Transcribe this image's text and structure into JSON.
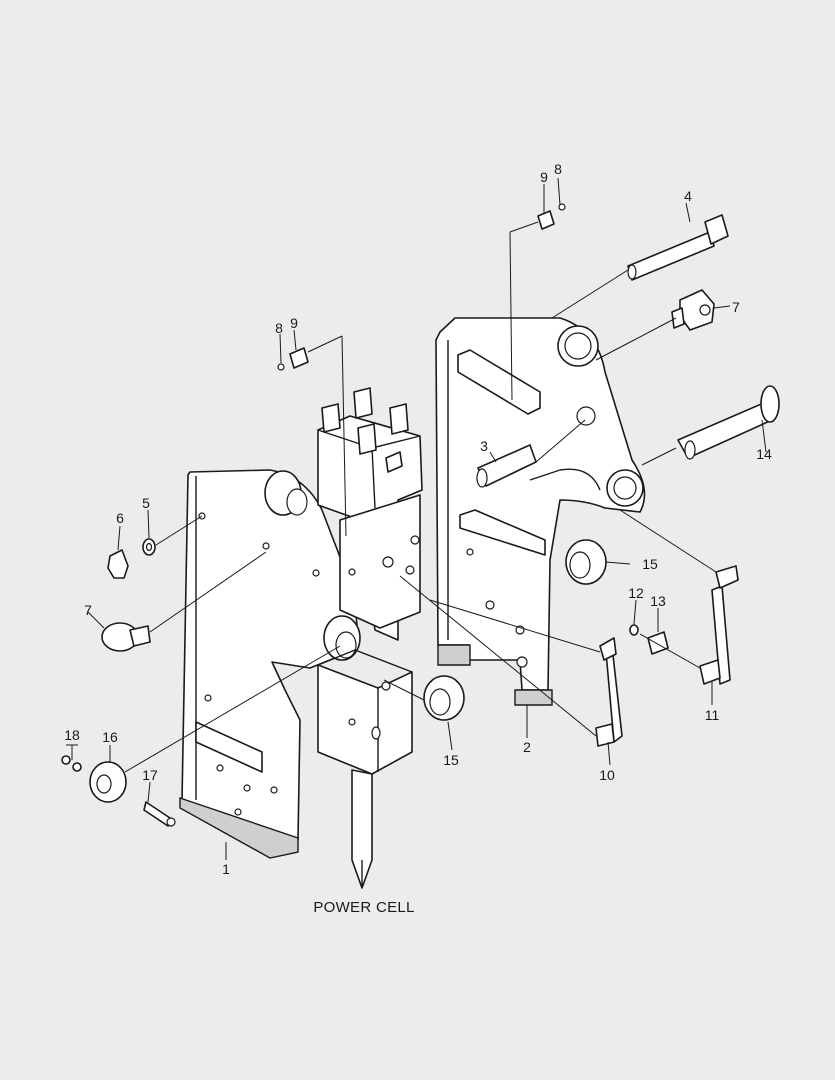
{
  "diagram": {
    "caption": "POWER CELL",
    "callouts": [
      {
        "id": "c1",
        "label": "1"
      },
      {
        "id": "c2",
        "label": "2"
      },
      {
        "id": "c3",
        "label": "3"
      },
      {
        "id": "c4",
        "label": "4"
      },
      {
        "id": "c5",
        "label": "5"
      },
      {
        "id": "c6",
        "label": "6"
      },
      {
        "id": "c7a",
        "label": "7"
      },
      {
        "id": "c7b",
        "label": "7"
      },
      {
        "id": "c8a",
        "label": "8"
      },
      {
        "id": "c8b",
        "label": "8"
      },
      {
        "id": "c9a",
        "label": "9"
      },
      {
        "id": "c9b",
        "label": "9"
      },
      {
        "id": "c10",
        "label": "10"
      },
      {
        "id": "c11",
        "label": "11"
      },
      {
        "id": "c12",
        "label": "12"
      },
      {
        "id": "c13",
        "label": "13"
      },
      {
        "id": "c14",
        "label": "14"
      },
      {
        "id": "c15a",
        "label": "15"
      },
      {
        "id": "c15b",
        "label": "15"
      },
      {
        "id": "c16",
        "label": "16"
      },
      {
        "id": "c17",
        "label": "17"
      },
      {
        "id": "c18",
        "label": "18"
      }
    ]
  }
}
